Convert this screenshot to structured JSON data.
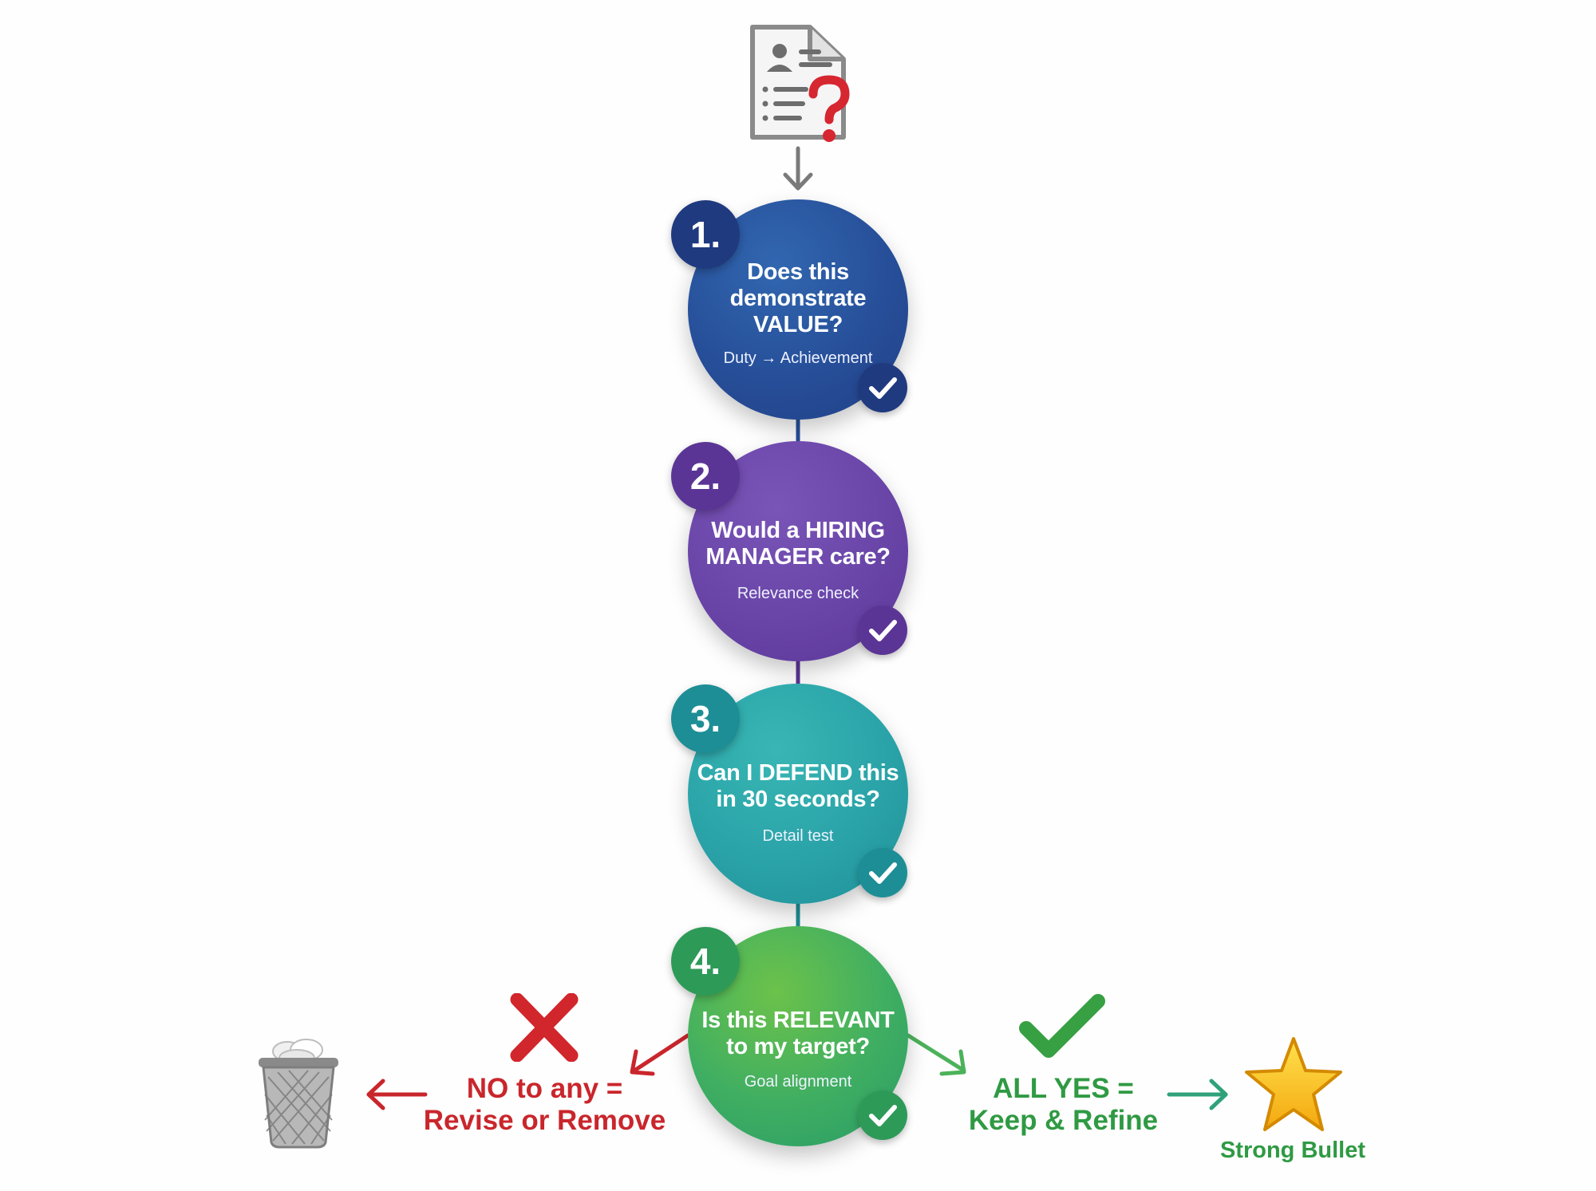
{
  "steps": [
    {
      "number": "1.",
      "question_lines": [
        "Does this",
        "demonstrate",
        "VALUE?"
      ],
      "subtitle": "Duty → Achievement",
      "color_main": "#274f99",
      "color_num": "#1f3a7f"
    },
    {
      "number": "2.",
      "question_lines": [
        "Would a HIRING",
        "MANAGER care?"
      ],
      "subtitle": "Relevance check",
      "color_main": "#6a45a8",
      "color_num": "#5b3596"
    },
    {
      "number": "3.",
      "question_lines": [
        "Can I DEFEND this",
        "in 30 seconds?"
      ],
      "subtitle": "Detail test",
      "color_main": "#2aa3a8",
      "color_num": "#1d8e96"
    },
    {
      "number": "4.",
      "question_lines": [
        "Is this RELEVANT",
        "to my target?"
      ],
      "subtitle": "Goal alignment",
      "color_main": "#3fae62",
      "color_num": "#2e9a58"
    }
  ],
  "outcomes": {
    "no": {
      "line1": "NO to any =",
      "line2": "Revise or Remove",
      "color": "#c9262c"
    },
    "yes": {
      "line1": "ALL YES =",
      "line2": "Keep & Refine",
      "color": "#2f9a43"
    }
  },
  "star_label": "Strong Bullet",
  "icons": {
    "start": "resume-question-icon",
    "trash": "trash-bin-icon",
    "no": "red-x-icon",
    "yes": "green-check-icon",
    "star": "star-icon"
  }
}
